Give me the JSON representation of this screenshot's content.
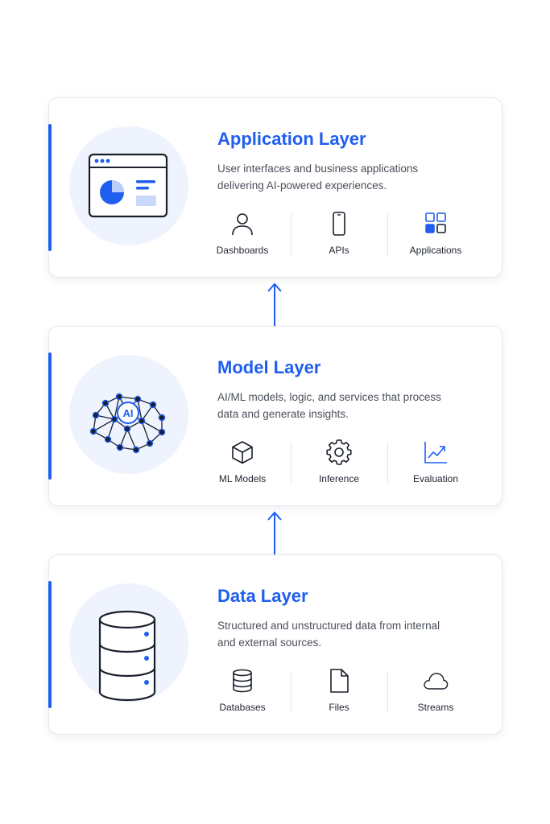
{
  "colors": {
    "accent": "#1f5ef0",
    "illustration_bg": "#eef3fd",
    "text": "#1f2430",
    "muted_text": "#4a4f5a"
  },
  "layers": [
    {
      "title": "Application Layer",
      "description": "User interfaces and business applications delivering AI-powered experiences.",
      "illustration": "dashboard-window-icon",
      "features": [
        {
          "label": "Dashboards",
          "icon": "user-icon"
        },
        {
          "label": "APIs",
          "icon": "mobile-device-icon"
        },
        {
          "label": "Applications",
          "icon": "app-grid-icon"
        }
      ]
    },
    {
      "title": "Model Layer",
      "description": "AI/ML models, logic, and services that process data and generate insights.",
      "illustration": "ai-brain-network-icon",
      "illustration_text": "AI",
      "features": [
        {
          "label": "ML Models",
          "icon": "cube-icon"
        },
        {
          "label": "Inference",
          "icon": "gear-icon"
        },
        {
          "label": "Evaluation",
          "icon": "trend-chart-icon"
        }
      ]
    },
    {
      "title": "Data Layer",
      "description": "Structured and unstructured data from internal and external sources.",
      "illustration": "database-server-icon",
      "features": [
        {
          "label": "Databases",
          "icon": "database-icon"
        },
        {
          "label": "Files",
          "icon": "file-icon"
        },
        {
          "label": "Streams",
          "icon": "cloud-icon"
        }
      ]
    }
  ]
}
